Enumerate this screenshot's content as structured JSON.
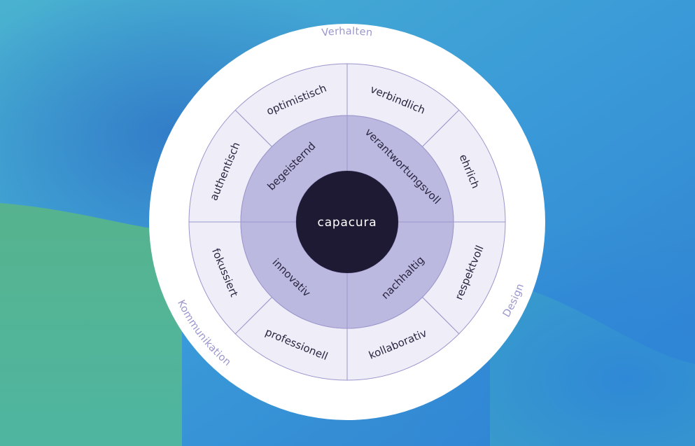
{
  "diagram": {
    "center": {
      "label": "capacura"
    },
    "categories": [
      {
        "label": "Verhalten"
      },
      {
        "label": "Kommunikation"
      },
      {
        "label": "Design"
      }
    ],
    "inner_ring": [
      {
        "label": "begeisternd"
      },
      {
        "label": "verantwortungsvoll"
      },
      {
        "label": "nachhaltig"
      },
      {
        "label": "innovativ"
      }
    ],
    "outer_ring": [
      {
        "label": "authentisch"
      },
      {
        "label": "optimistisch"
      },
      {
        "label": "verbindlich"
      },
      {
        "label": "ehrlich"
      },
      {
        "label": "respektvoll"
      },
      {
        "label": "kollaborativ"
      },
      {
        "label": "professionell"
      },
      {
        "label": "fokussiert"
      }
    ]
  },
  "colors": {
    "background_top": "#2f8fd6",
    "background_bottom": "#52b38c",
    "disc": "#ffffff",
    "outer_segment": "#efedf7",
    "inner_segment": "#bcb9e0",
    "divider": "#9a96cc",
    "center": "#1f1a33",
    "category_text": "#9a96cc"
  }
}
